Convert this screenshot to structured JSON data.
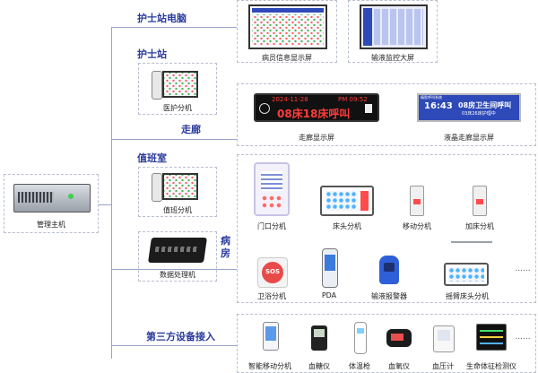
{
  "main_host": {
    "label": "管理主机"
  },
  "sections": {
    "nurse_pc": "护士站电脑",
    "nurse_station": "护士站",
    "corridor": "走廊",
    "duty_room": "值班室",
    "ward": "病房",
    "third_party": "第三方设备接入"
  },
  "top_devices": [
    {
      "label": "病员信息显示屏"
    },
    {
      "label": "输液监控大屏"
    }
  ],
  "nurse_station_device": {
    "label": "医护分机"
  },
  "duty_device": {
    "label": "值班分机"
  },
  "processor": {
    "label": "数据处理机"
  },
  "corridor_displays": {
    "led": {
      "label": "走廊显示屏",
      "line1_date": "2024-11-28",
      "line1_time": "PM 09:52",
      "line2": "08床18床呼叫"
    },
    "lcd": {
      "label": "液晶走廊显示屏",
      "header": "精智呼叫系统",
      "time": "16:43",
      "call_main": "08房卫生间呼叫",
      "call_sub": "03床26床护理中"
    }
  },
  "ward_devices": [
    {
      "label": "门口分机"
    },
    {
      "label": "床头分机"
    },
    {
      "label": "移动分机"
    },
    {
      "label": "加床分机"
    },
    {
      "label": "卫浴分机",
      "badge": "SOS"
    },
    {
      "label": "PDA"
    },
    {
      "label": "输液报警器"
    },
    {
      "label": "摇臂床头分机"
    }
  ],
  "ward_more": "......",
  "third_party_devices": [
    {
      "label": "智能移动分机"
    },
    {
      "label": "血糖仪"
    },
    {
      "label": "体温枪"
    },
    {
      "label": "血氧仪"
    },
    {
      "label": "血压计"
    },
    {
      "label": "生命体征检测仪"
    }
  ],
  "third_party_more": "......",
  "colors": {
    "accent": "#2a3a9c",
    "line": "#98a3c8",
    "led_text": "#ff3b3b",
    "lcd_bg": "#2e49b8"
  }
}
